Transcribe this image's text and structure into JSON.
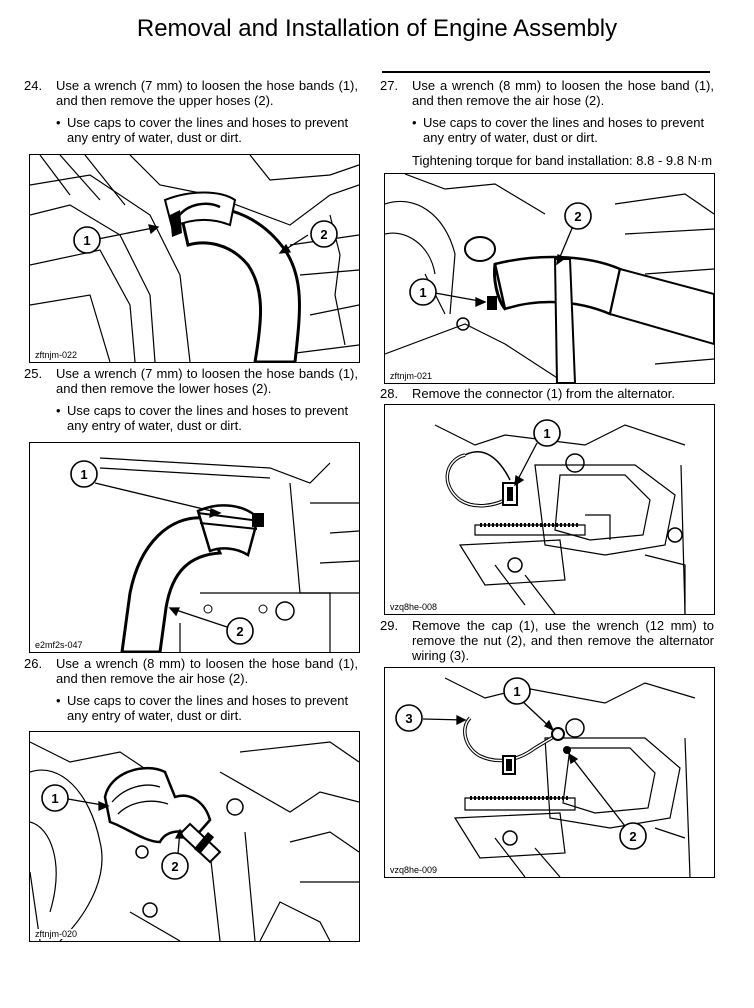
{
  "page": {
    "title": "Removal and Installation of Engine Assembly"
  },
  "steps": [
    {
      "number": "24.",
      "text": "Use a wrench (7 mm) to loosen the hose bands (1), and then remove the upper hoses (2).",
      "bullet": "Use caps to cover the lines and hoses to prevent any entry of water, dust or dirt.",
      "figure_code": "zftnjm-022",
      "callouts": [
        "1",
        "2"
      ]
    },
    {
      "number": "25.",
      "text": "Use a wrench (7 mm) to loosen the hose bands (1), and then remove the lower hoses (2).",
      "bullet": "Use caps to cover the lines and hoses to prevent any entry of water, dust or dirt.",
      "figure_code": "e2mf2s-047",
      "callouts": [
        "1",
        "2"
      ]
    },
    {
      "number": "26.",
      "text": "Use a wrench (8 mm) to loosen the hose band (1), and then remove the air hose (2).",
      "bullet": "Use caps to cover the lines and hoses to prevent any entry of water, dust or dirt.",
      "figure_code": "zftnjm-020",
      "callouts": [
        "1",
        "2"
      ]
    },
    {
      "number": "27.",
      "text": "Use a wrench (8 mm) to loosen the hose band (1), and then remove the air hose (2).",
      "bullet": "Use caps to cover the lines and hoses to prevent any entry of water, dust or dirt.",
      "torque": "Tightening torque for band installation: 8.8 - 9.8 N·m",
      "figure_code": "zftnjm-021",
      "callouts": [
        "1",
        "2"
      ]
    },
    {
      "number": "28.",
      "text": "Remove the connector (1) from the alternator.",
      "figure_code": "vzq8he-008",
      "callouts": [
        "1"
      ]
    },
    {
      "number": "29.",
      "text": "Remove the cap (1), use the wrench (12 mm) to remove the nut (2), and then remove the alternator wiring (3).",
      "figure_code": "vzq8he-009",
      "callouts": [
        "1",
        "2",
        "3"
      ]
    }
  ]
}
